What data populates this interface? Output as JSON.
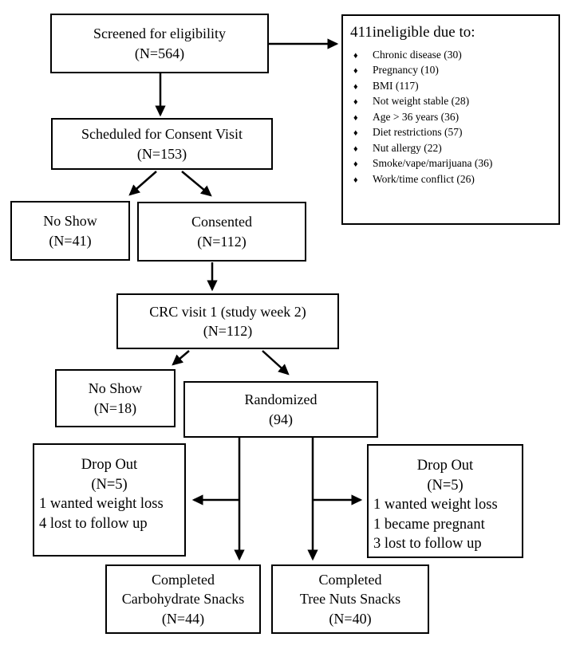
{
  "diagram": {
    "type": "study-flow-chart",
    "colors": {
      "border": "#000000",
      "text": "#000000",
      "background": "#ffffff"
    },
    "bullet_glyph": "♦",
    "nodes": {
      "screened": {
        "lines": [
          "Screened for eligibility",
          "(N=564)"
        ]
      },
      "ineligible": {
        "heading": "411ineligible due to:",
        "items": [
          "Chronic disease (30)",
          "Pregnancy (10)",
          "BMI (117)",
          "Not weight stable (28)",
          "Age > 36 years (36)",
          "Diet restrictions (57)",
          "Nut allergy (22)",
          "Smoke/vape/marijuana (36)",
          "Work/time conflict (26)"
        ]
      },
      "scheduled": {
        "lines": [
          "Scheduled for Consent Visit",
          "(N=153)"
        ]
      },
      "no_show_1": {
        "lines": [
          "No Show",
          "(N=41)"
        ]
      },
      "consented": {
        "lines": [
          "Consented",
          "(N=112)"
        ]
      },
      "crc_visit": {
        "lines": [
          "CRC visit 1 (study week 2)",
          "(N=112)"
        ]
      },
      "no_show_2": {
        "lines": [
          "No Show",
          "(N=18)"
        ]
      },
      "randomized": {
        "lines": [
          "Randomized",
          "(94)"
        ]
      },
      "drop_out_left": {
        "lines": [
          "Drop Out",
          "(N=5)",
          "1 wanted weight loss",
          "4 lost to follow up"
        ]
      },
      "drop_out_right": {
        "lines": [
          "Drop Out",
          "(N=5)",
          "1 wanted weight loss",
          "1 became pregnant",
          "3 lost to follow up"
        ]
      },
      "completed_carbohydrate": {
        "lines": [
          "Completed",
          "Carbohydrate Snacks",
          "(N=44)"
        ]
      },
      "completed_tree_nuts": {
        "lines": [
          "Completed",
          "Tree Nuts Snacks",
          "(N=40)"
        ]
      }
    }
  }
}
